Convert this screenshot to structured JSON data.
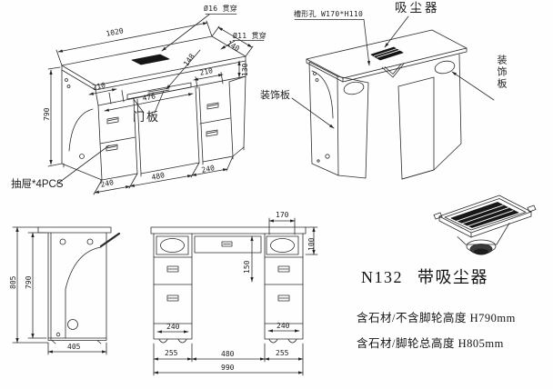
{
  "drawing": {
    "ink_color": "#1c1c1c",
    "model_title": "N132 带吸尘器",
    "spec_line1": "含石材/不含脚轮高度 H790mm",
    "spec_line2": "含石材/脚轮总高度 H805mm"
  },
  "perspective_view": {
    "dims": {
      "top_width": "1020",
      "left_height": "790",
      "depth": "140",
      "slot_offset": "148",
      "apron_right": "210",
      "apron_height": "130",
      "apron_left": "210",
      "drawer_span": "476",
      "pedestal_left": "240",
      "knee_space": "480",
      "pedestal_right": "240"
    },
    "notes": {
      "hole_16": "Ø16 贯穿",
      "hole_11": "Ø11 贯穿",
      "door_panel": "门板",
      "drawers": "抽屉*4PCS"
    }
  },
  "frame_view": {
    "notes": {
      "slot_hole": "槽形孔 W170*H110",
      "dust_collector": "吸尘器",
      "deco_panel_left": "装饰板",
      "deco_panel_right": "装饰板"
    }
  },
  "side_view": {
    "dims": {
      "total_height": "805",
      "panel_height": "790",
      "depth": "405"
    }
  },
  "front_view": {
    "dims": {
      "slot_width": "170",
      "apron_height_right": "100",
      "drawer_height": "150",
      "drawer_width_left": "240",
      "drawer_width_right": "240",
      "pedestal_left": "255",
      "knee_space": "480",
      "pedestal_right": "255",
      "total_width": "990"
    }
  }
}
